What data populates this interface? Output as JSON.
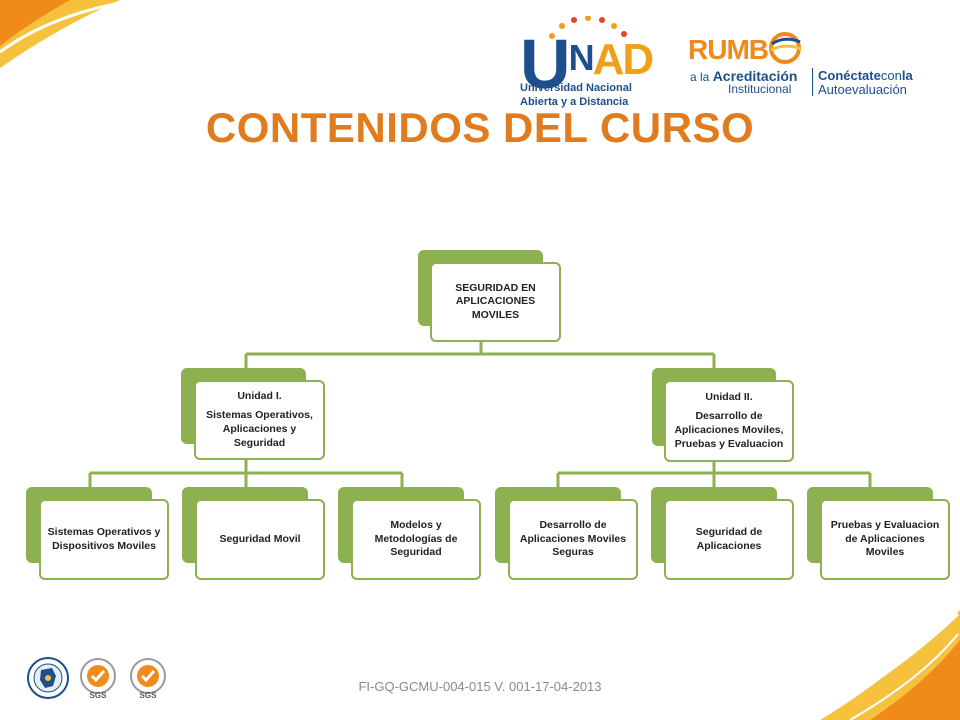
{
  "title": "CONTENIDOS DEL CURSO",
  "logos": {
    "unad": {
      "name_line1": "Universidad Nacional",
      "name_line2": "Abierta y a Distancia"
    },
    "rumbo": {
      "title": "RUMB",
      "line1_prefix": "a la ",
      "line1_bold": "Acreditación",
      "line2": "Institucional",
      "con_bold": "Conéctate",
      "con_mid": "con",
      "con_end": "la",
      "con_line2": "Autoevaluación"
    },
    "badge_label": "SGS"
  },
  "diagram": {
    "root": {
      "lines": [
        "SEGURIDAD EN",
        "APLICACIONES",
        "MOVILES"
      ]
    },
    "unit1": {
      "heading": "Unidad I.",
      "lines": [
        "Sistemas Operativos,",
        "Aplicaciones y",
        "Seguridad"
      ],
      "children": [
        {
          "lines": [
            "Sistemas Operativos y",
            "Dispositivos Moviles"
          ]
        },
        {
          "lines": [
            "Seguridad Movil"
          ]
        },
        {
          "lines": [
            "Modelos y",
            "Metodologías de",
            "Seguridad"
          ]
        }
      ]
    },
    "unit2": {
      "heading": "Unidad II.",
      "lines": [
        "Desarrollo de",
        "Aplicaciones Moviles,",
        "Pruebas y Evaluacion"
      ],
      "children": [
        {
          "lines": [
            "Desarrollo de",
            "Aplicaciones Moviles",
            "Seguras"
          ]
        },
        {
          "lines": [
            "Seguridad de",
            "Aplicaciones"
          ]
        },
        {
          "lines": [
            "Pruebas y Evaluacion",
            "de Aplicaciones",
            "Moviles"
          ]
        }
      ]
    }
  },
  "footer": "FI-GQ-GCMU-004-015  V. 001-17-04-2013",
  "colors": {
    "title": "#e07b1e",
    "node_green": "#8db050",
    "unad_blue": "#1d4f8c",
    "unad_orange": "#f0a018"
  }
}
